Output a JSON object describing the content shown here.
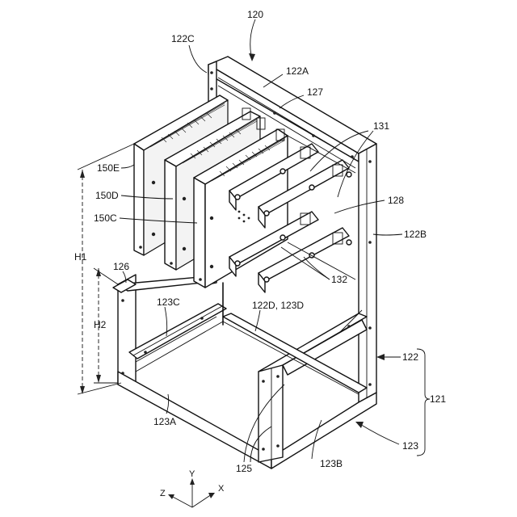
{
  "labels": {
    "l120": "120",
    "l122C": "122C",
    "l122A": "122A",
    "l127": "127",
    "l131": "131",
    "l150E": "150E",
    "l150D": "150D",
    "l150C": "150C",
    "l128": "128",
    "lH1": "H1",
    "l126": "126",
    "l122B": "122B",
    "l132": "132",
    "lH2": "H2",
    "l123C": "123C",
    "l122D123D": "122D, 123D",
    "l122": "122",
    "l121": "121",
    "l123A": "123A",
    "l123": "123",
    "l125": "125",
    "l123B": "123B"
  },
  "axes": {
    "y": "Y",
    "z": "Z",
    "x": "X"
  }
}
